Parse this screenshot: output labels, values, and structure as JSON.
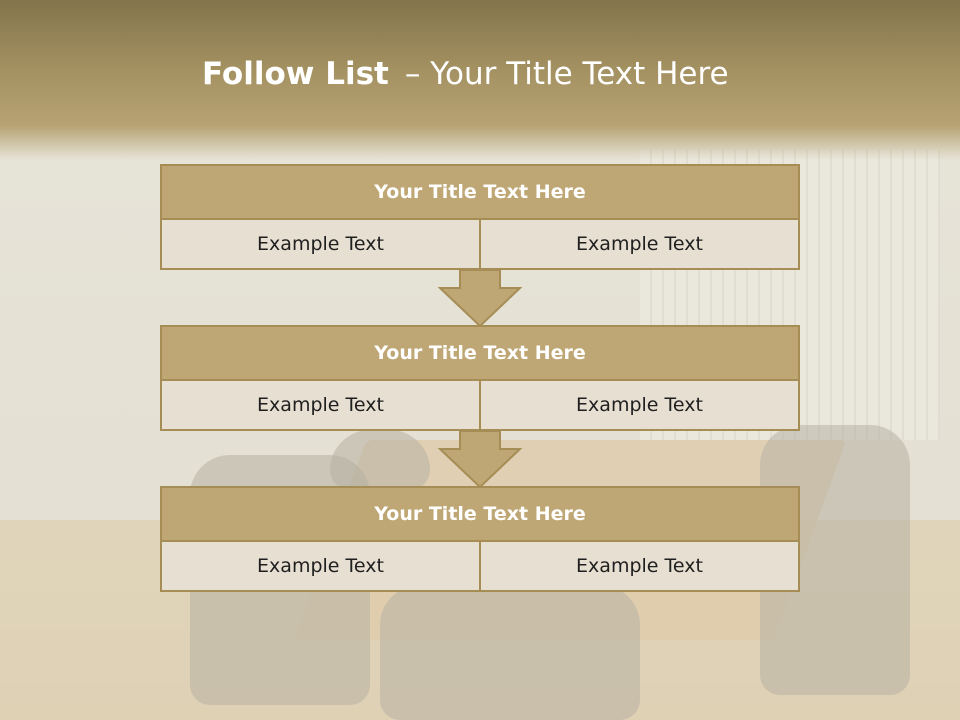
{
  "slide": {
    "title_bold": "Follow List",
    "title_rest": "– Your Title Text Here"
  },
  "steps": [
    {
      "title": "Your Title Text Here",
      "left": "Example Text",
      "right": "Example Text"
    },
    {
      "title": "Your Title Text Here",
      "left": "Example Text",
      "right": "Example Text"
    },
    {
      "title": "Your Title Text Here",
      "left": "Example Text",
      "right": "Example Text"
    }
  ],
  "colors": {
    "header_fill": "#bfa775",
    "border": "#a68d56",
    "cell_fill": "#e6dfd2",
    "title_band": "#a59262"
  }
}
